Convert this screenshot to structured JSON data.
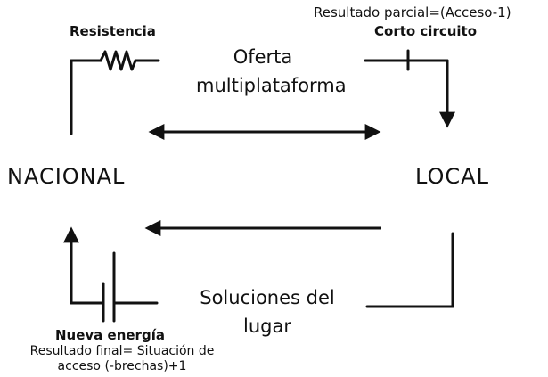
{
  "labels": {
    "resistencia": "Resistencia",
    "resultado_parcial": "Resultado parcial=(Acceso-1)",
    "corto_circuito": "Corto circuito",
    "oferta_line1": "Oferta",
    "oferta_line2": "multiplataforma",
    "nacional": "NACIONAL",
    "local": "LOCAL",
    "soluciones_line1": "Soluciones del",
    "soluciones_line2": "lugar",
    "nueva_energia": "Nueva energía",
    "resultado_final_line1": "Resultado final= Situación de",
    "resultado_final_line2": "acceso (-brechas)+1"
  },
  "colors": {
    "stroke": "#111111",
    "background": "#ffffff"
  }
}
